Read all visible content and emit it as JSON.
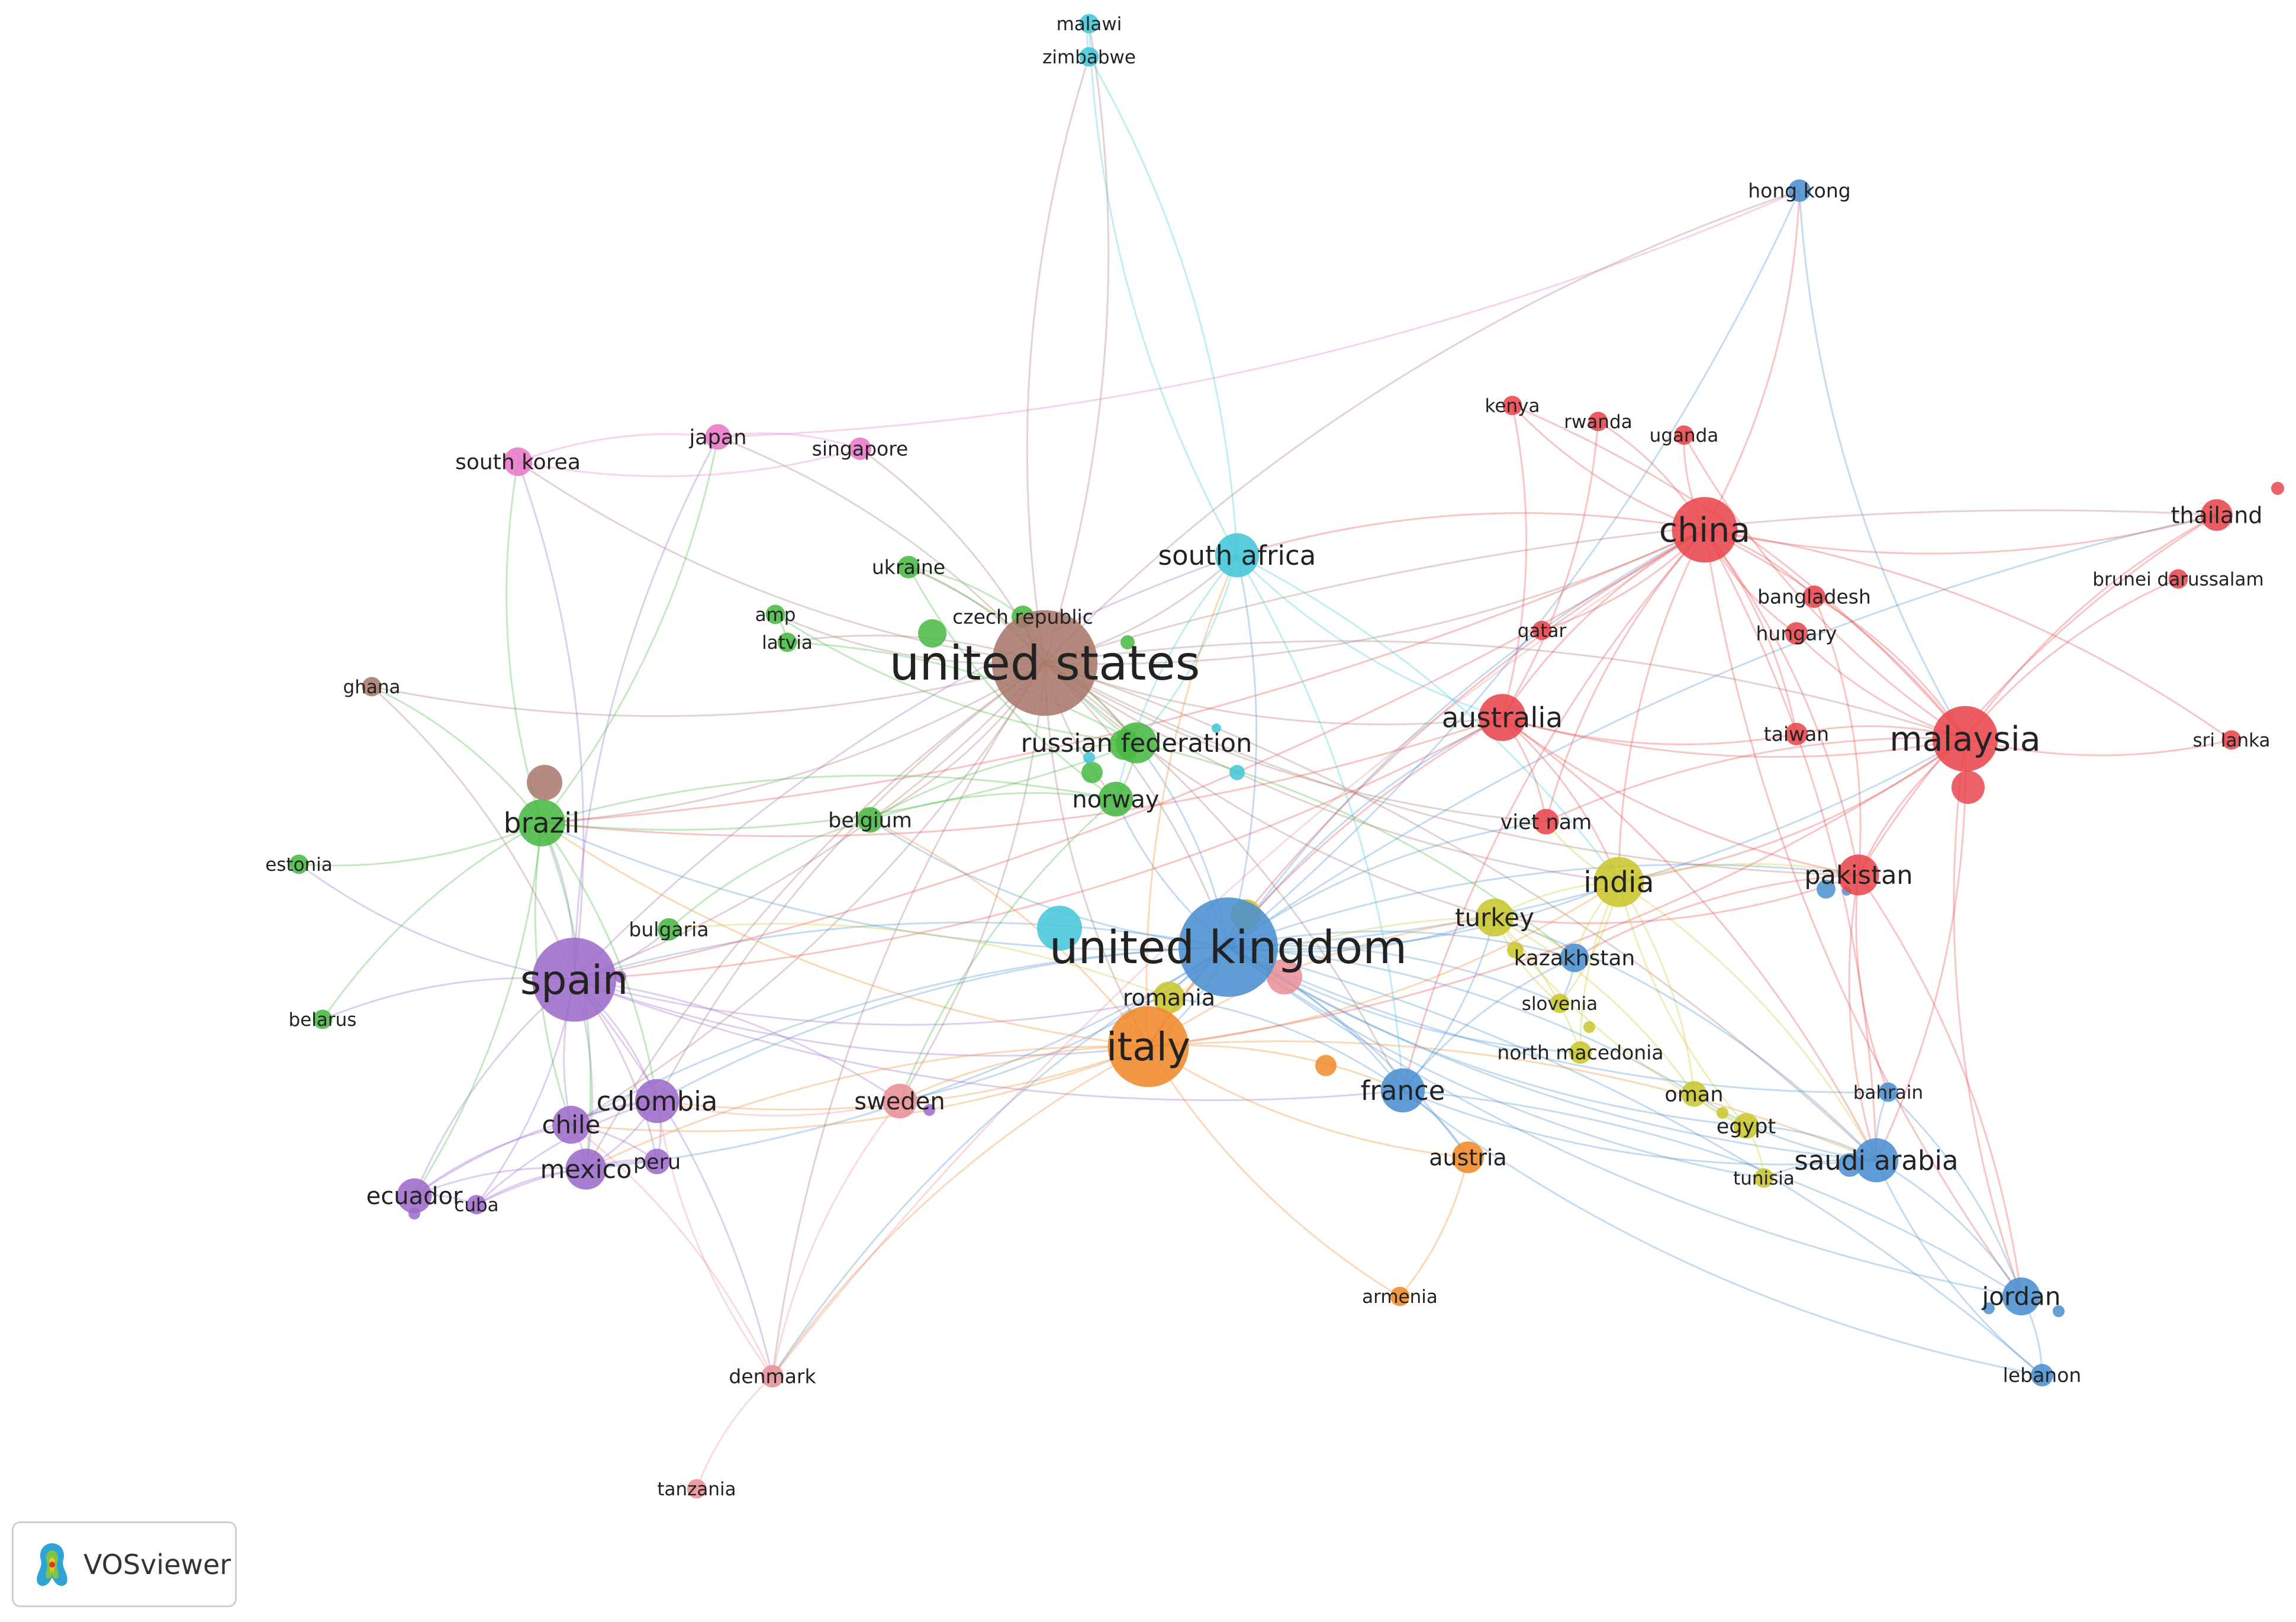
{
  "app": {
    "name": "VOSviewer",
    "logo_icon": "vosviewer-logo-icon"
  },
  "colors": {
    "c1": "#e8474c",
    "c2": "#4a90d0",
    "c3": "#49b843",
    "c4": "#c9c62c",
    "c5": "#9d6bc9",
    "c6": "#42c6d8",
    "c7": "#f0892a",
    "c8": "#a8776b",
    "c9": "#e977c9",
    "c10": "#e98f96"
  },
  "nodes": [
    {
      "id": "malawi",
      "label": "malawi",
      "cluster": "c6",
      "size": 4
    },
    {
      "id": "zimbabwe",
      "label": "zimbabwe",
      "cluster": "c6",
      "size": 4
    },
    {
      "id": "hong-kong",
      "label": "hong kong",
      "cluster": "c2",
      "size": 5
    },
    {
      "id": "kenya",
      "label": "kenya",
      "cluster": "c1",
      "size": 4
    },
    {
      "id": "rwanda",
      "label": "rwanda",
      "cluster": "c1",
      "size": 4
    },
    {
      "id": "uganda",
      "label": "uganda",
      "cluster": "c1",
      "size": 4
    },
    {
      "id": "japan",
      "label": "japan",
      "cluster": "c9",
      "size": 6
    },
    {
      "id": "singapore",
      "label": "singapore",
      "cluster": "c9",
      "size": 5
    },
    {
      "id": "south-korea",
      "label": "south korea",
      "cluster": "c9",
      "size": 7
    },
    {
      "id": "china",
      "label": "china",
      "cluster": "c1",
      "size": 19
    },
    {
      "id": "thailand",
      "label": "thailand",
      "cluster": "c1",
      "size": 8
    },
    {
      "id": "south-africa",
      "label": "south africa",
      "cluster": "c6",
      "size": 12
    },
    {
      "id": "ukraine",
      "label": "ukraine",
      "cluster": "c3",
      "size": 5
    },
    {
      "id": "bangladesh",
      "label": "bangladesh",
      "cluster": "c1",
      "size": 5
    },
    {
      "id": "brunei-darussalam",
      "label": "brunei darussalam",
      "cluster": "c1",
      "size": 4
    },
    {
      "id": "amp",
      "label": "amp",
      "cluster": "c3",
      "size": 4
    },
    {
      "id": "czech-republic",
      "label": "czech republic",
      "cluster": "c3",
      "size": 5
    },
    {
      "id": "qatar",
      "label": "qatar",
      "cluster": "c1",
      "size": 4
    },
    {
      "id": "hungary",
      "label": "hungary",
      "cluster": "c1",
      "size": 5
    },
    {
      "id": "latvia",
      "label": "latvia",
      "cluster": "c3",
      "size": 4
    },
    {
      "id": "united-states",
      "label": "united states",
      "cluster": "c8",
      "size": 32
    },
    {
      "id": "ghana",
      "label": "ghana",
      "cluster": "c8",
      "size": 4
    },
    {
      "id": "australia",
      "label": "australia",
      "cluster": "c1",
      "size": 13
    },
    {
      "id": "russian-federation",
      "label": "russian federation",
      "cluster": "c3",
      "size": 11
    },
    {
      "id": "taiwan",
      "label": "taiwan",
      "cluster": "c1",
      "size": 5
    },
    {
      "id": "sri-lanka",
      "label": "sri lanka",
      "cluster": "c1",
      "size": 4
    },
    {
      "id": "malaysia",
      "label": "malaysia",
      "cluster": "c1",
      "size": 19
    },
    {
      "id": "norway",
      "label": "norway",
      "cluster": "c3",
      "size": 9
    },
    {
      "id": "belgium",
      "label": "belgium",
      "cluster": "c3",
      "size": 6
    },
    {
      "id": "brazil",
      "label": "brazil",
      "cluster": "c3",
      "size": 13
    },
    {
      "id": "viet-nam",
      "label": "viet nam",
      "cluster": "c1",
      "size": 6
    },
    {
      "id": "estonia",
      "label": "estonia",
      "cluster": "c3",
      "size": 4
    },
    {
      "id": "india",
      "label": "india",
      "cluster": "c4",
      "size": 14
    },
    {
      "id": "pakistan",
      "label": "pakistan",
      "cluster": "c1",
      "size": 11
    },
    {
      "id": "bulgaria",
      "label": "bulgaria",
      "cluster": "c3",
      "size": 5
    },
    {
      "id": "turkey",
      "label": "turkey",
      "cluster": "c4",
      "size": 10
    },
    {
      "id": "united-kingdom",
      "label": "united kingdom",
      "cluster": "c2",
      "size": 30
    },
    {
      "id": "spain",
      "label": "spain",
      "cluster": "c5",
      "size": 25
    },
    {
      "id": "kazakhstan",
      "label": "kazakhstan",
      "cluster": "c2",
      "size": 7
    },
    {
      "id": "romania",
      "label": "romania",
      "cluster": "c4",
      "size": 8
    },
    {
      "id": "slovenia",
      "label": "slovenia",
      "cluster": "c4",
      "size": 4
    },
    {
      "id": "belarus",
      "label": "belarus",
      "cluster": "c3",
      "size": 4
    },
    {
      "id": "italy",
      "label": "italy",
      "cluster": "c7",
      "size": 24
    },
    {
      "id": "north-macedonia",
      "label": "north macedonia",
      "cluster": "c4",
      "size": 5
    },
    {
      "id": "france",
      "label": "france",
      "cluster": "c2",
      "size": 12
    },
    {
      "id": "colombia",
      "label": "colombia",
      "cluster": "c5",
      "size": 12
    },
    {
      "id": "bahrain",
      "label": "bahrain",
      "cluster": "c2",
      "size": 4
    },
    {
      "id": "oman",
      "label": "oman",
      "cluster": "c4",
      "size": 6
    },
    {
      "id": "sweden",
      "label": "sweden",
      "cluster": "c10",
      "size": 9
    },
    {
      "id": "chile",
      "label": "chile",
      "cluster": "c5",
      "size": 10
    },
    {
      "id": "egypt",
      "label": "egypt",
      "cluster": "c4",
      "size": 6
    },
    {
      "id": "mexico",
      "label": "mexico",
      "cluster": "c5",
      "size": 11
    },
    {
      "id": "peru",
      "label": "peru",
      "cluster": "c5",
      "size": 6
    },
    {
      "id": "austria",
      "label": "austria",
      "cluster": "c7",
      "size": 8
    },
    {
      "id": "saudi-arabia",
      "label": "saudi arabia",
      "cluster": "c2",
      "size": 12
    },
    {
      "id": "tunisia",
      "label": "tunisia",
      "cluster": "c4",
      "size": 4
    },
    {
      "id": "ecuador",
      "label": "ecuador",
      "cluster": "c5",
      "size": 9
    },
    {
      "id": "cuba",
      "label": "cuba",
      "cluster": "c5",
      "size": 4
    },
    {
      "id": "armenia",
      "label": "armenia",
      "cluster": "c7",
      "size": 4
    },
    {
      "id": "jordan",
      "label": "jordan",
      "cluster": "c2",
      "size": 10
    },
    {
      "id": "denmark",
      "label": "denmark",
      "cluster": "c10",
      "size": 5
    },
    {
      "id": "lebanon",
      "label": "lebanon",
      "cluster": "c2",
      "size": 5
    },
    {
      "id": "tanzania",
      "label": "tanzania",
      "cluster": "c10",
      "size": 4
    }
  ],
  "links": [
    [
      "united-states",
      "united-kingdom"
    ],
    [
      "united-states",
      "china"
    ],
    [
      "united-states",
      "spain"
    ],
    [
      "united-states",
      "italy"
    ],
    [
      "united-states",
      "brazil"
    ],
    [
      "united-states",
      "australia"
    ],
    [
      "united-states",
      "malaysia"
    ],
    [
      "united-states",
      "south-africa"
    ],
    [
      "united-states",
      "russian-federation"
    ],
    [
      "united-states",
      "norway"
    ],
    [
      "united-states",
      "belgium"
    ],
    [
      "united-states",
      "japan"
    ],
    [
      "united-states",
      "south-korea"
    ],
    [
      "united-states",
      "singapore"
    ],
    [
      "united-states",
      "ghana"
    ],
    [
      "united-states",
      "india"
    ],
    [
      "united-states",
      "france"
    ],
    [
      "united-states",
      "colombia"
    ],
    [
      "united-states",
      "sweden"
    ],
    [
      "united-states",
      "mexico"
    ],
    [
      "united-states",
      "chile"
    ],
    [
      "united-states",
      "pakistan"
    ],
    [
      "united-states",
      "saudi-arabia"
    ],
    [
      "united-states",
      "ukraine"
    ],
    [
      "united-states",
      "czech-republic"
    ],
    [
      "united-states",
      "latvia"
    ],
    [
      "united-states",
      "amp"
    ],
    [
      "united-states",
      "denmark"
    ],
    [
      "united-states",
      "hong-kong"
    ],
    [
      "united-states",
      "malawi"
    ],
    [
      "united-states",
      "zimbabwe"
    ],
    [
      "united-states",
      "turkey"
    ],
    [
      "united-states",
      "thailand"
    ],
    [
      "united-states",
      "viet-nam"
    ],
    [
      "united-kingdom",
      "china"
    ],
    [
      "united-kingdom",
      "spain"
    ],
    [
      "united-kingdom",
      "italy"
    ],
    [
      "united-kingdom",
      "malaysia"
    ],
    [
      "united-kingdom",
      "australia"
    ],
    [
      "united-kingdom",
      "india"
    ],
    [
      "united-kingdom",
      "pakistan"
    ],
    [
      "united-kingdom",
      "saudi-arabia"
    ],
    [
      "united-kingdom",
      "france"
    ],
    [
      "united-kingdom",
      "jordan"
    ],
    [
      "united-kingdom",
      "lebanon"
    ],
    [
      "united-kingdom",
      "turkey"
    ],
    [
      "united-kingdom",
      "kazakhstan"
    ],
    [
      "united-kingdom",
      "romania"
    ],
    [
      "united-kingdom",
      "brazil"
    ],
    [
      "united-kingdom",
      "colombia"
    ],
    [
      "united-kingdom",
      "sweden"
    ],
    [
      "united-kingdom",
      "south-africa"
    ],
    [
      "united-kingdom",
      "austria"
    ],
    [
      "united-kingdom",
      "egypt"
    ],
    [
      "united-kingdom",
      "oman"
    ],
    [
      "united-kingdom",
      "bahrain"
    ],
    [
      "united-kingdom",
      "norway"
    ],
    [
      "united-kingdom",
      "russian-federation"
    ],
    [
      "united-kingdom",
      "belgium"
    ],
    [
      "united-kingdom",
      "denmark"
    ],
    [
      "united-kingdom",
      "viet-nam"
    ],
    [
      "united-kingdom",
      "chile"
    ],
    [
      "united-kingdom",
      "mexico"
    ],
    [
      "united-kingdom",
      "north-macedonia"
    ],
    [
      "united-kingdom",
      "slovenia"
    ],
    [
      "united-kingdom",
      "hong-kong"
    ],
    [
      "united-kingdom",
      "thailand"
    ],
    [
      "united-kingdom",
      "tunisia"
    ],
    [
      "china",
      "malaysia"
    ],
    [
      "china",
      "australia"
    ],
    [
      "china",
      "pakistan"
    ],
    [
      "china",
      "thailand"
    ],
    [
      "china",
      "kenya"
    ],
    [
      "china",
      "rwanda"
    ],
    [
      "china",
      "uganda"
    ],
    [
      "china",
      "hong-kong"
    ],
    [
      "china",
      "bangladesh"
    ],
    [
      "china",
      "hungary"
    ],
    [
      "china",
      "taiwan"
    ],
    [
      "china",
      "viet-nam"
    ],
    [
      "china",
      "saudi-arabia"
    ],
    [
      "china",
      "italy"
    ],
    [
      "china",
      "spain"
    ],
    [
      "china",
      "india"
    ],
    [
      "china",
      "qatar"
    ],
    [
      "china",
      "south-africa"
    ],
    [
      "china",
      "brazil"
    ],
    [
      "china",
      "france"
    ],
    [
      "china",
      "sri-lanka"
    ],
    [
      "china",
      "jordan"
    ],
    [
      "malaysia",
      "thailand"
    ],
    [
      "malaysia",
      "pakistan"
    ],
    [
      "malaysia",
      "australia"
    ],
    [
      "malaysia",
      "bangladesh"
    ],
    [
      "malaysia",
      "brunei-darussalam"
    ],
    [
      "malaysia",
      "sri-lanka"
    ],
    [
      "malaysia",
      "saudi-arabia"
    ],
    [
      "malaysia",
      "taiwan"
    ],
    [
      "malaysia",
      "hungary"
    ],
    [
      "malaysia",
      "viet-nam"
    ],
    [
      "malaysia",
      "india"
    ],
    [
      "malaysia",
      "kenya"
    ],
    [
      "malaysia",
      "uganda"
    ],
    [
      "malaysia",
      "jordan"
    ],
    [
      "malaysia",
      "italy"
    ],
    [
      "australia",
      "pakistan"
    ],
    [
      "australia",
      "india"
    ],
    [
      "australia",
      "italy"
    ],
    [
      "australia",
      "spain"
    ],
    [
      "australia",
      "kenya"
    ],
    [
      "australia",
      "viet-nam"
    ],
    [
      "australia",
      "taiwan"
    ],
    [
      "australia",
      "saudi-arabia"
    ],
    [
      "australia",
      "rwanda"
    ],
    [
      "australia",
      "brazil"
    ],
    [
      "spain",
      "italy"
    ],
    [
      "spain",
      "colombia"
    ],
    [
      "spain",
      "chile"
    ],
    [
      "spain",
      "mexico"
    ],
    [
      "spain",
      "ecuador"
    ],
    [
      "spain",
      "peru"
    ],
    [
      "spain",
      "brazil"
    ],
    [
      "spain",
      "cuba"
    ],
    [
      "spain",
      "bulgaria"
    ],
    [
      "spain",
      "sweden"
    ],
    [
      "spain",
      "south-korea"
    ],
    [
      "spain",
      "japan"
    ],
    [
      "spain",
      "belarus"
    ],
    [
      "spain",
      "estonia"
    ],
    [
      "spain",
      "france"
    ],
    [
      "spain",
      "south-africa"
    ],
    [
      "spain",
      "romania"
    ],
    [
      "spain",
      "denmark"
    ],
    [
      "italy",
      "romania"
    ],
    [
      "italy",
      "france"
    ],
    [
      "italy",
      "austria"
    ],
    [
      "italy",
      "colombia"
    ],
    [
      "italy",
      "sweden"
    ],
    [
      "italy",
      "brazil"
    ],
    [
      "italy",
      "armenia"
    ],
    [
      "italy",
      "saudi-arabia"
    ],
    [
      "italy",
      "india"
    ],
    [
      "italy",
      "turkey"
    ],
    [
      "italy",
      "denmark"
    ],
    [
      "italy",
      "chile"
    ],
    [
      "italy",
      "mexico"
    ],
    [
      "italy",
      "south-africa"
    ],
    [
      "italy",
      "belgium"
    ],
    [
      "brazil",
      "colombia"
    ],
    [
      "brazil",
      "chile"
    ],
    [
      "brazil",
      "mexico"
    ],
    [
      "brazil",
      "ghana"
    ],
    [
      "brazil",
      "estonia"
    ],
    [
      "brazil",
      "belarus"
    ],
    [
      "brazil",
      "south-korea"
    ],
    [
      "brazil",
      "japan"
    ],
    [
      "brazil",
      "ecuador"
    ],
    [
      "brazil",
      "russian-federation"
    ],
    [
      "brazil",
      "norway"
    ],
    [
      "colombia",
      "chile"
    ],
    [
      "colombia",
      "mexico"
    ],
    [
      "colombia",
      "ecuador"
    ],
    [
      "colombia",
      "peru"
    ],
    [
      "colombia",
      "cuba"
    ],
    [
      "chile",
      "mexico"
    ],
    [
      "chile",
      "ecuador"
    ],
    [
      "chile",
      "peru"
    ],
    [
      "mexico",
      "ecuador"
    ],
    [
      "mexico",
      "peru"
    ],
    [
      "mexico",
      "cuba"
    ],
    [
      "ecuador",
      "cuba"
    ],
    [
      "peru",
      "cuba"
    ],
    [
      "japan",
      "singapore"
    ],
    [
      "japan",
      "south-korea"
    ],
    [
      "singapore",
      "south-korea"
    ],
    [
      "japan",
      "hong-kong"
    ],
    [
      "south-africa",
      "malawi"
    ],
    [
      "south-africa",
      "zimbabwe"
    ],
    [
      "south-africa",
      "russian-federation"
    ],
    [
      "south-africa",
      "norway"
    ],
    [
      "south-africa",
      "india"
    ],
    [
      "south-africa",
      "australia"
    ],
    [
      "south-africa",
      "france"
    ],
    [
      "malawi",
      "zimbabwe"
    ],
    [
      "russian-federation",
      "norway"
    ],
    [
      "russian-federation",
      "ukraine"
    ],
    [
      "russian-federation",
      "czech-republic"
    ],
    [
      "russian-federation",
      "latvia"
    ],
    [
      "russian-federation",
      "amp"
    ],
    [
      "russian-federation",
      "belgium"
    ],
    [
      "russian-federation",
      "kazakhstan"
    ],
    [
      "norway",
      "belgium"
    ],
    [
      "norway",
      "ukraine"
    ],
    [
      "norway",
      "sweden"
    ],
    [
      "ukraine",
      "czech-republic"
    ],
    [
      "latvia",
      "amp"
    ],
    [
      "india",
      "pakistan"
    ],
    [
      "india",
      "turkey"
    ],
    [
      "india",
      "saudi-arabia"
    ],
    [
      "india",
      "egypt"
    ],
    [
      "india",
      "oman"
    ],
    [
      "india",
      "kazakhstan"
    ],
    [
      "india",
      "slovenia"
    ],
    [
      "india",
      "north-macedonia"
    ],
    [
      "india",
      "viet-nam"
    ],
    [
      "pakistan",
      "saudi-arabia"
    ],
    [
      "pakistan",
      "jordan"
    ],
    [
      "pakistan",
      "bahrain"
    ],
    [
      "pakistan",
      "turkey"
    ],
    [
      "pakistan",
      "kazakhstan"
    ],
    [
      "pakistan",
      "thailand"
    ],
    [
      "pakistan",
      "bangladesh"
    ],
    [
      "saudi-arabia",
      "jordan"
    ],
    [
      "saudi-arabia",
      "lebanon"
    ],
    [
      "saudi-arabia",
      "bahrain"
    ],
    [
      "saudi-arabia",
      "egypt"
    ],
    [
      "saudi-arabia",
      "oman"
    ],
    [
      "saudi-arabia",
      "tunisia"
    ],
    [
      "saudi-arabia",
      "france"
    ],
    [
      "saudi-arabia",
      "turkey"
    ],
    [
      "jordan",
      "lebanon"
    ],
    [
      "jordan",
      "bahrain"
    ],
    [
      "france",
      "austria"
    ],
    [
      "france",
      "romania"
    ],
    [
      "france",
      "kazakhstan"
    ],
    [
      "france",
      "turkey"
    ],
    [
      "france",
      "jordan"
    ],
    [
      "france",
      "lebanon"
    ],
    [
      "turkey",
      "kazakhstan"
    ],
    [
      "turkey",
      "slovenia"
    ],
    [
      "turkey",
      "north-macedonia"
    ],
    [
      "turkey",
      "egypt"
    ],
    [
      "turkey",
      "oman"
    ],
    [
      "turkey",
      "romania"
    ],
    [
      "kazakhstan",
      "slovenia"
    ],
    [
      "oman",
      "egypt"
    ],
    [
      "egypt",
      "tunisia"
    ],
    [
      "sweden",
      "denmark"
    ],
    [
      "sweden",
      "colombia"
    ],
    [
      "denmark",
      "tanzania"
    ],
    [
      "denmark",
      "colombia"
    ],
    [
      "denmark",
      "chile"
    ],
    [
      "denmark",
      "china"
    ],
    [
      "romania",
      "bulgaria"
    ],
    [
      "austria",
      "armenia"
    ],
    [
      "belgium",
      "bulgaria"
    ],
    [
      "ghana",
      "spain"
    ],
    [
      "hong-kong",
      "malaysia"
    ]
  ]
}
